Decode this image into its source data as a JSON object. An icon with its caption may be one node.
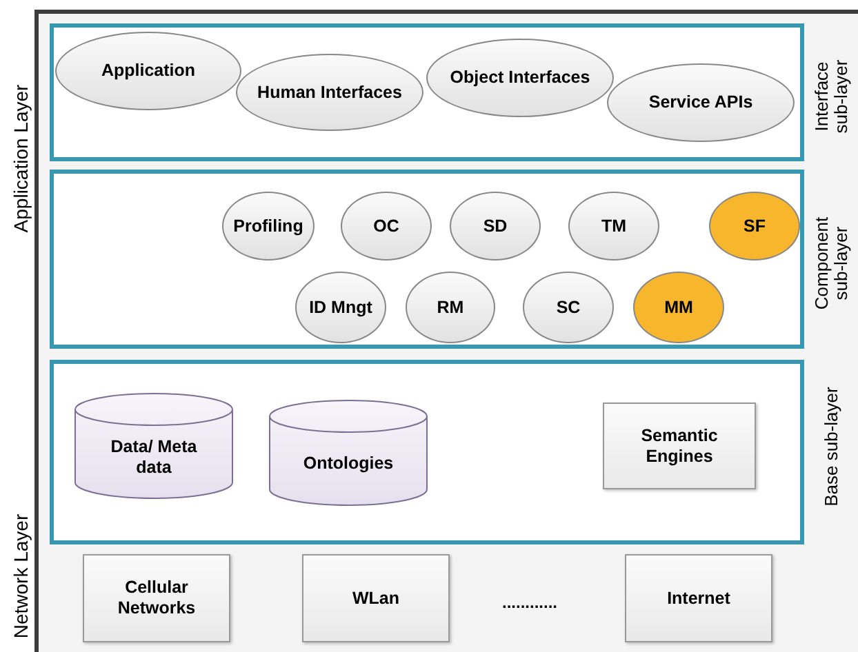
{
  "diagram": {
    "nodes": [
      {
        "text": [
          "Interface sub-layer"
        ]
      },
      {
        "text": [
          "Application"
        ],
        "in": 0
      },
      {
        "text": [
          "Human Interfaces"
        ],
        "in": 0
      },
      {
        "text": [
          "Object Interfaces"
        ],
        "in": 0
      },
      {
        "text": [
          "Service APIs"
        ],
        "in": 0
      },
      {
        "text": [
          "Component sub-layer"
        ]
      },
      {
        "text": [
          "Profiling"
        ],
        "in": 5
      },
      {
        "text": [
          "OC"
        ],
        "in": 5
      },
      {
        "text": [
          "SD"
        ],
        "in": 5
      },
      {
        "text": [
          "TM"
        ],
        "in": 5
      },
      {
        "text": [
          "SF"
        ],
        "in": 5
      },
      {
        "text": [
          "ID Mngt"
        ],
        "in": 5
      },
      {
        "text": [
          "RM"
        ],
        "in": 5
      },
      {
        "text": [
          "SC"
        ],
        "in": 5
      },
      {
        "text": [
          "MM"
        ],
        "in": 5
      },
      {
        "text": [
          "Base sub-layer"
        ]
      },
      {
        "text": [
          "Data/ Meta data"
        ],
        "in": 15
      },
      {
        "text": [
          "Ontologies"
        ],
        "in": 15
      },
      {
        "text": [
          "Semantic Engines"
        ],
        "in": 15
      },
      {
        "text": [
          "Cellular Networks"
        ]
      },
      {
        "text": [
          "WLan"
        ]
      },
      {
        "text": [
          "Internet"
        ]
      }
    ],
    "labels": [
      "Application Layer",
      "Network Layer",
      "............"
    ]
  }
}
